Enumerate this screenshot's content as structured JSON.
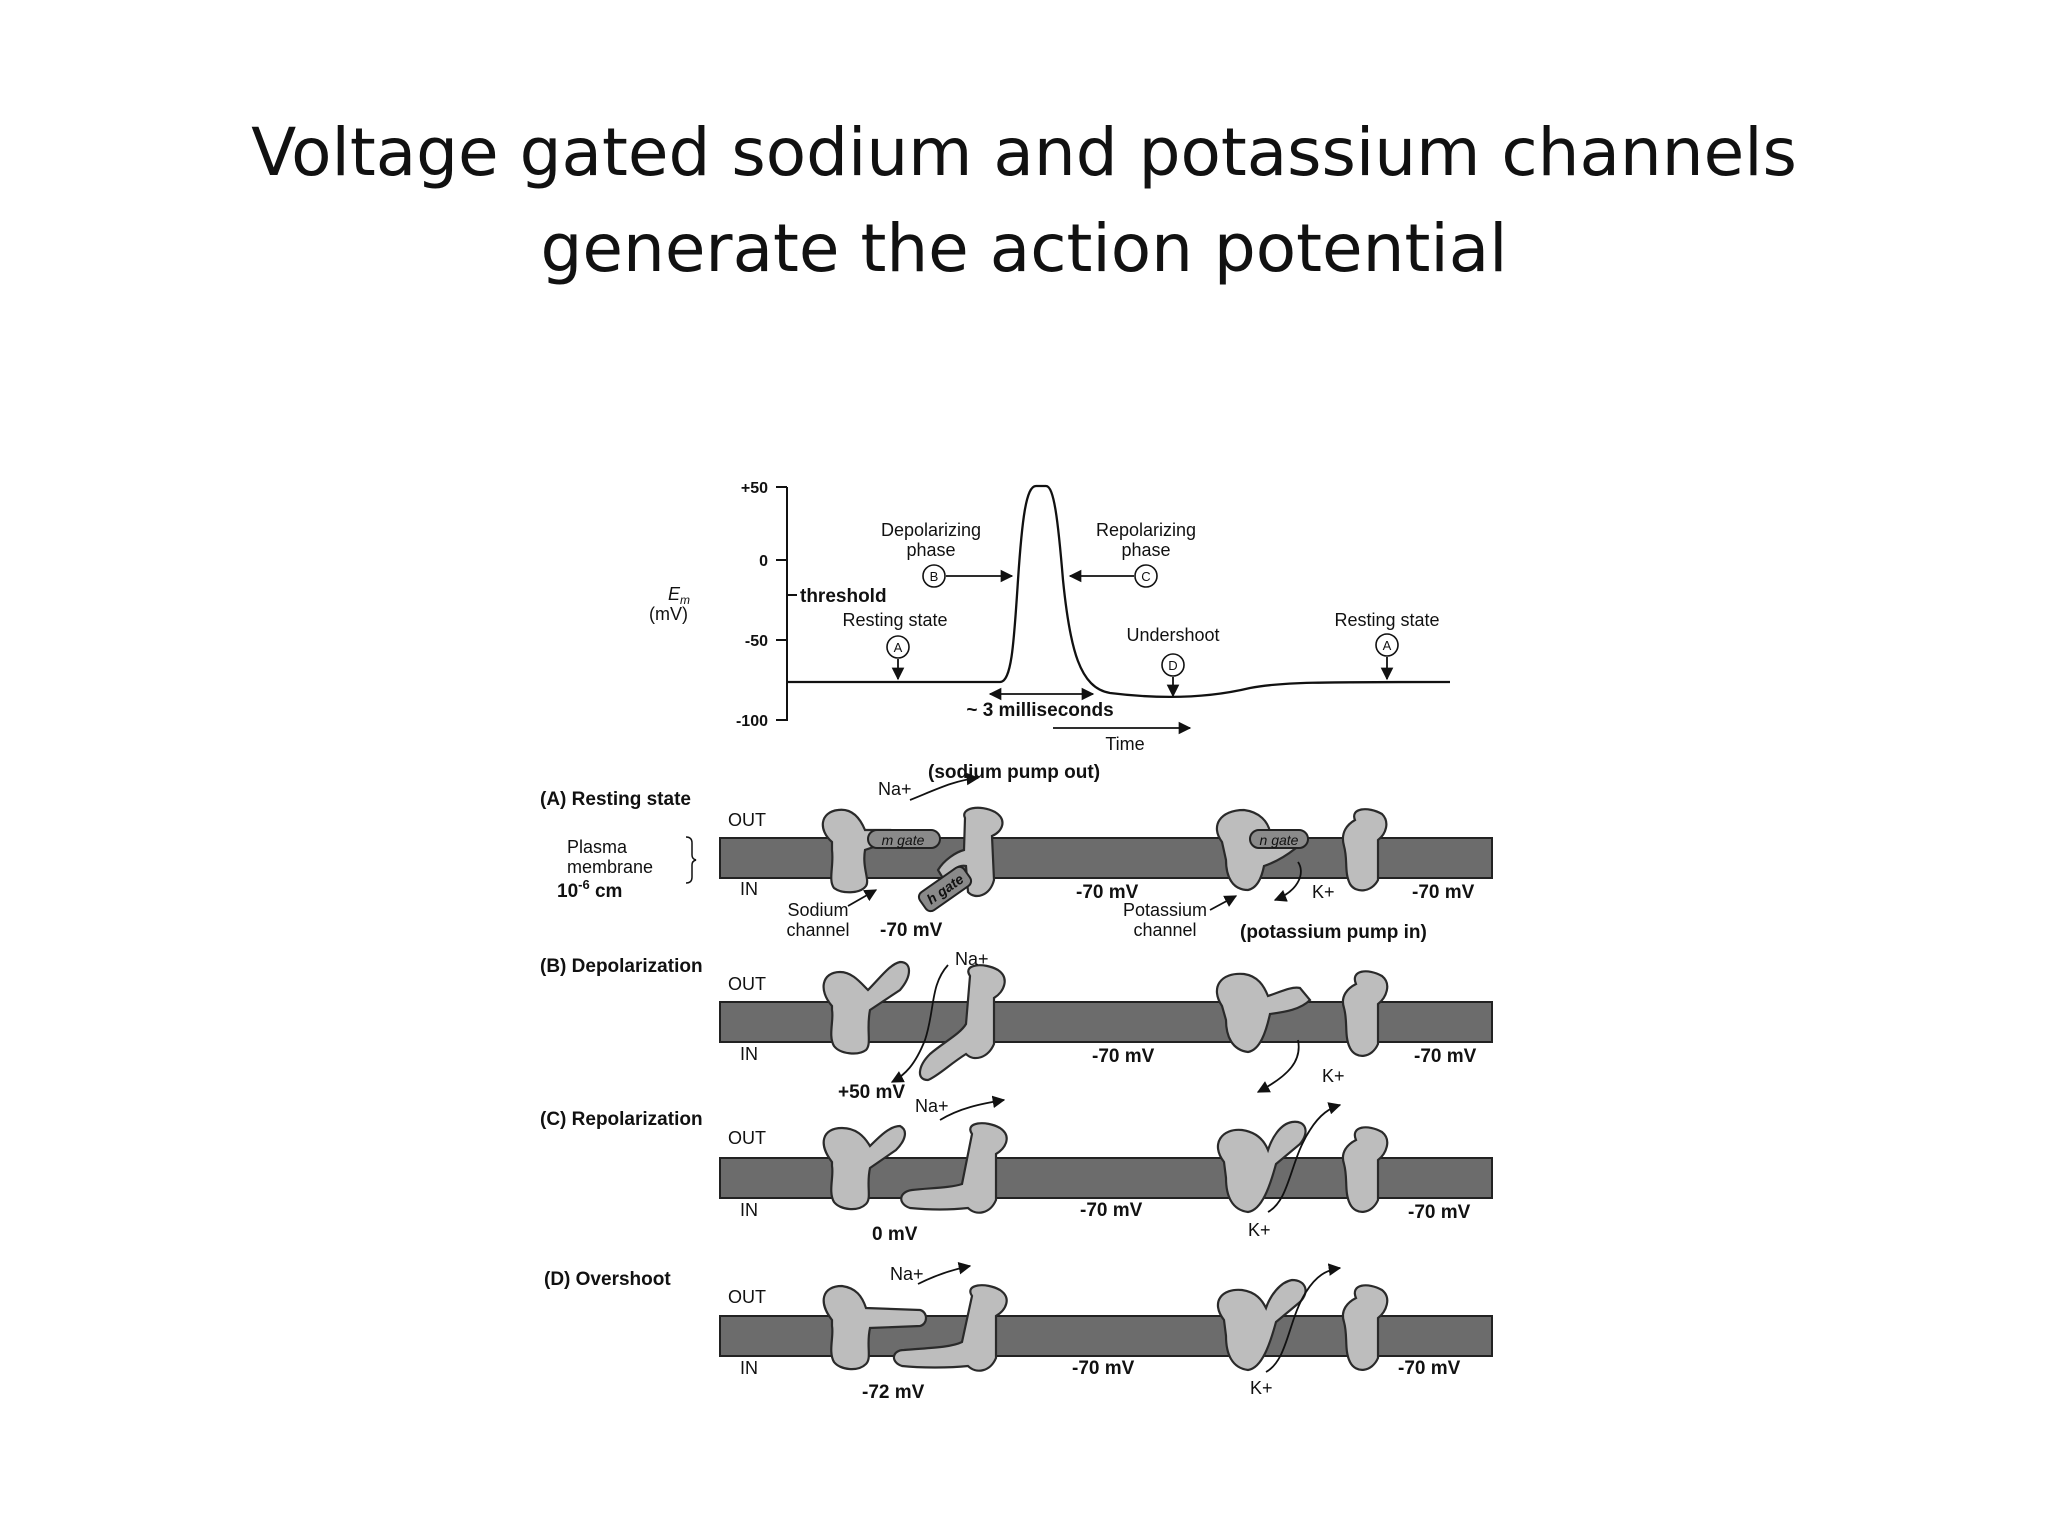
{
  "title": {
    "line1": "Voltage gated sodium and potassium channels",
    "line2": "generate the action potential"
  },
  "graph": {
    "y_ticks": [
      "+50",
      "0",
      "-50",
      "-100"
    ],
    "y_label": "E",
    "y_label_sub": "m",
    "y_unit": "(mV)",
    "threshold": "threshold",
    "depolarizing_l1": "Depolarizing",
    "depolarizing_l2": "phase",
    "repolarizing_l1": "Repolarizing",
    "repolarizing_l2": "phase",
    "resting_state": "Resting state",
    "undershoot": "Undershoot",
    "duration": "~ 3 milliseconds",
    "time": "Time",
    "markers": {
      "a": "A",
      "b": "B",
      "c": "C",
      "d": "D"
    }
  },
  "panels": {
    "a_title": "(A) Resting state",
    "b_title": "(B) Depolarization",
    "c_title": "(C) Repolarization",
    "d_title": "(D) Overshoot",
    "out": "OUT",
    "in": "IN",
    "plasma_l1": "Plasma",
    "plasma_l2": "membrane",
    "thickness": "10",
    "thickness_exp": "-6",
    "thickness_unit": " cm",
    "na": "Na+",
    "k": "K+",
    "sodium_pump_out": "(sodium pump out)",
    "potassium_pump_in": "(potassium pump in)",
    "m_gate": "m gate",
    "h_gate": "h gate",
    "n_gate": "n gate",
    "sodium_channel_l1": "Sodium",
    "sodium_channel_l2": "channel",
    "potassium_channel_l1": "Potassium",
    "potassium_channel_l2": "channel",
    "a_na_mv": "-70 mV",
    "a_mid_mv": "-70 mV",
    "a_right_mv": "-70 mV",
    "b_na_mv": "+50 mV",
    "b_mid_mv": "-70 mV",
    "b_right_mv": "-70 mV",
    "c_na_mv": "0 mV",
    "c_mid_mv": "-70 mV",
    "c_right_mv": "-70 mV",
    "d_na_mv": "-72 mV",
    "d_mid_mv": "-70 mV",
    "d_right_mv": "-70 mV"
  }
}
